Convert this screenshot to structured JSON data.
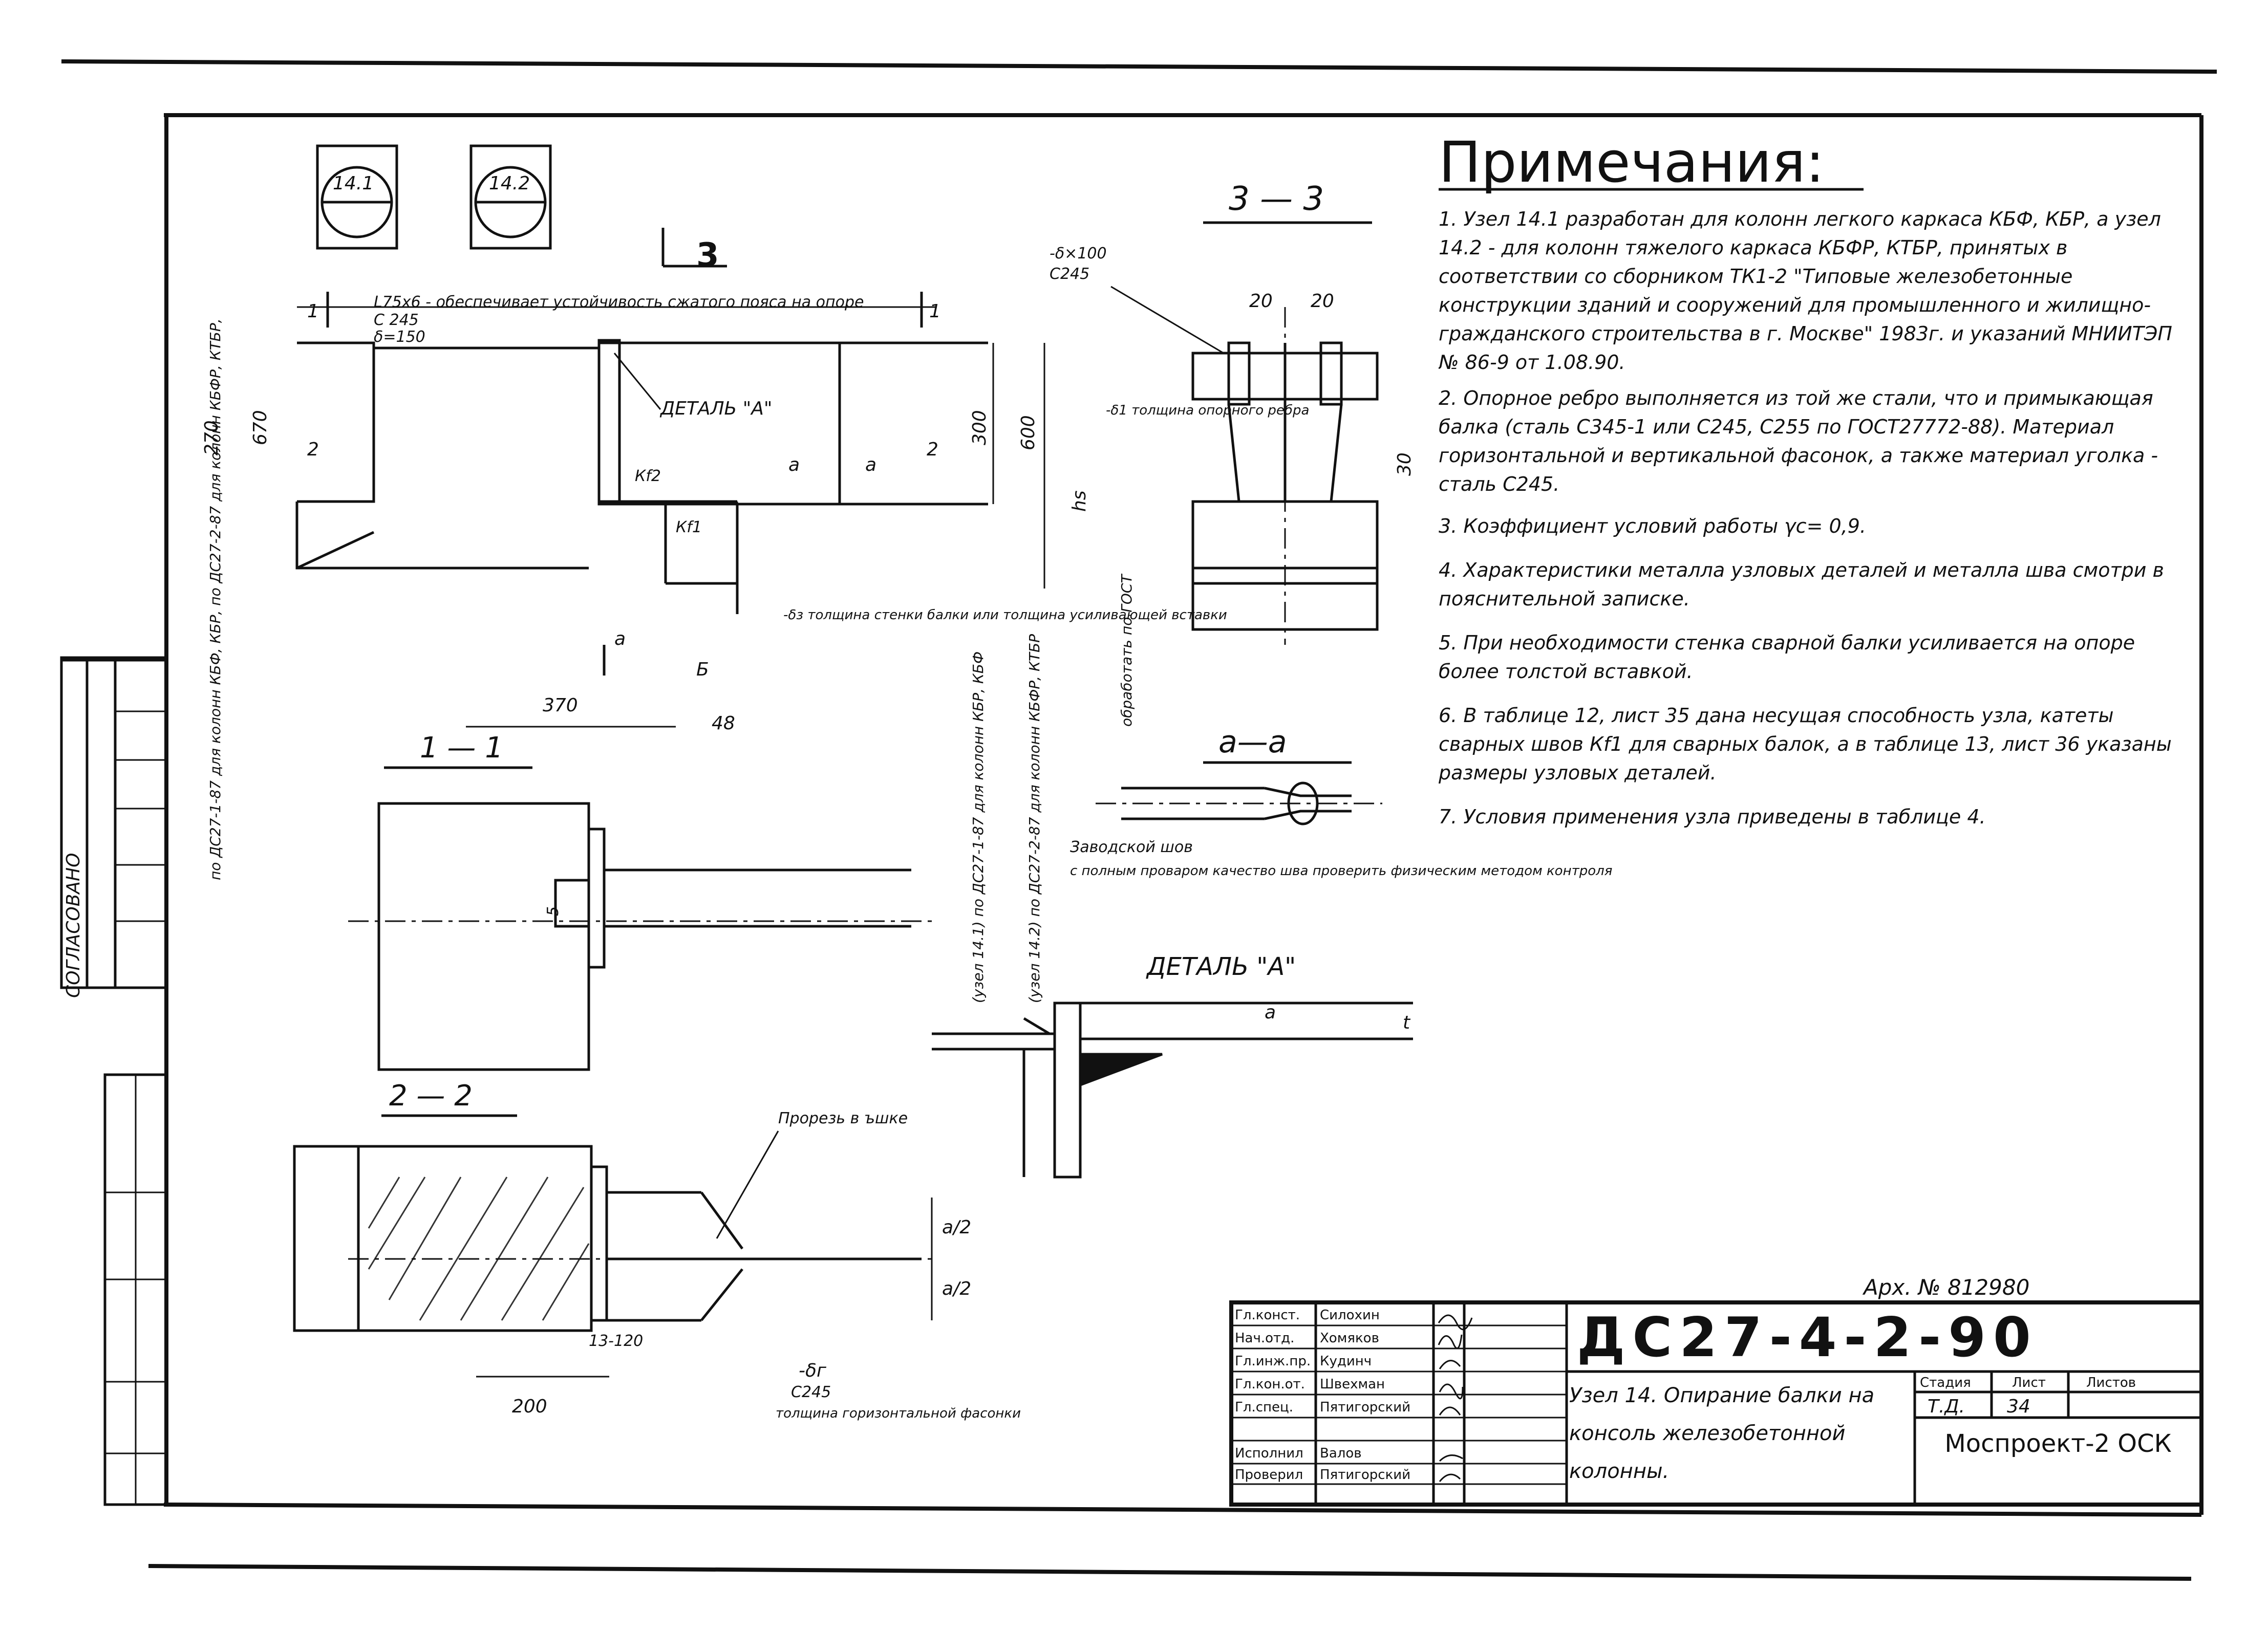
{
  "side_stamp": {
    "approved": "СОГЛАСОВАНО"
  },
  "marks": {
    "node_1": "14.1",
    "node_2": "14.2"
  },
  "sections": {
    "s11": "1 — 1",
    "s22": "2 — 2",
    "s33": "3 — 3",
    "saa": "а—а",
    "detail_a": "ДЕТАЛЬ \"А\"",
    "s3_mark": "3",
    "mark_1": "1",
    "mark_2": "2",
    "mark_a": "а",
    "mark_b": "Б"
  },
  "labels": {
    "angle": "L75х6 - обеспечивает устойчивость сжатого пояса на опоре",
    "angle_steel": "С 245",
    "angle_delta": "δ=150",
    "detail_a_ref": "ДЕТАЛЬ \"А\"",
    "kf2": "Кf2",
    "kf1": "Кf1",
    "web": "-δз толщина стенки балки или толщина усиливающей вставки",
    "dim_270": "270",
    "dim_370": "370",
    "dim_300": "300",
    "dim_600": "600",
    "dim_670": "670",
    "dim_hs": "hs",
    "dim_48": "48",
    "dim_5": "5",
    "dim_20a": "20",
    "dim_20b": "20",
    "dim_30": "30",
    "dim_120": "13-120",
    "dim_200": "200",
    "dim_d2a": "а/2",
    "dim_d2b": "а/2",
    "dim_t": "t",
    "dim_aa": "а",
    "left_col": "по ДС27-1-87 для колонн КБФ, КБР, по ДС27-2-87 для колонн КБФР, КТБР,",
    "mid_col1": "(узел 14.1) по ДС27-1-87 для колонн КБР, КБФ",
    "mid_col2": "(узел 14.2) по ДС27-2-87 для колонн КБФР, КТБР",
    "plate_top": "-δ×100",
    "plate_top_steel": "С245",
    "rib": "-δ1 толщина опорного ребра",
    "sw": "обработать по ГОСТ",
    "weld": "Заводской шов",
    "weld_note": "с полным проваром качество шва проверить физическим методом контроля",
    "cut": "Прорезь в ъшке",
    "gusset": "-δг",
    "gusset_steel": "С245",
    "gusset_note": "толщина горизонтальной фасонки"
  },
  "notes_title": "Примечания:",
  "notes": [
    "1. Узел 14.1 разработан для колонн легкого каркаса КБФ, КБР, а узел 14.2 - для колонн тяжелого каркаса КБФР, КТБР, принятых в соответствии со сборником ТК1-2 \"Типовые железобетонные конструкции зданий и сооружений для промышленного и жилищно-гражданского строительства в г. Москве\" 1983г. и указаний МНИИТЭП № 86-9 от 1.08.90.",
    "2. Опорное ребро выполняется из той же стали, что и примыкающая балка (сталь С345-1 или С245, С255 по ГОСТ27772-88). Материал горизонтальной и вертикальной фасонок, а также материал уголка - сталь С245.",
    "3. Коэффициент условий работы γс= 0,9.",
    "4. Характеристики металла узловых деталей и металла шва смотри в пояснительной записке.",
    "5. При необходимости стенка сварной балки усиливается на опоре более толстой вставкой.",
    "6. В таблице 12, лист 35 дана несущая способность узла, катеты сварных швов Кf1 для сварных балок, а в таблице 13, лист 36 указаны размеры узловых деталей.",
    "7. Условия применения узла приведены в таблице 4."
  ],
  "archive": "Арх. № 812980",
  "title_block": {
    "code": "ДС27-4-2-90",
    "roles": [
      {
        "role": "Гл.конст.",
        "name": "Силохин"
      },
      {
        "role": "Нач.отд.",
        "name": "Хомяков"
      },
      {
        "role": "Гл.инж.пр.",
        "name": "Кудинч"
      },
      {
        "role": "Гл.кон.от.",
        "name": "Швехман"
      },
      {
        "role": "Гл.спец.",
        "name": "Пятигорский"
      },
      {
        "role": "",
        "name": ""
      },
      {
        "role": "Исполнил",
        "name": "Валов"
      },
      {
        "role": "Проверил",
        "name": "Пятигорский"
      }
    ],
    "sheet_title": "Узел 14. Опирание балки на консоль железобетонной колонны.",
    "stage_h": "Стадия",
    "sheet_h": "Лист",
    "sheets_h": "Листов",
    "stage": "Т.Д.",
    "sheet": "34",
    "sheets": "",
    "org": "Моспроект-2 ОСК"
  }
}
